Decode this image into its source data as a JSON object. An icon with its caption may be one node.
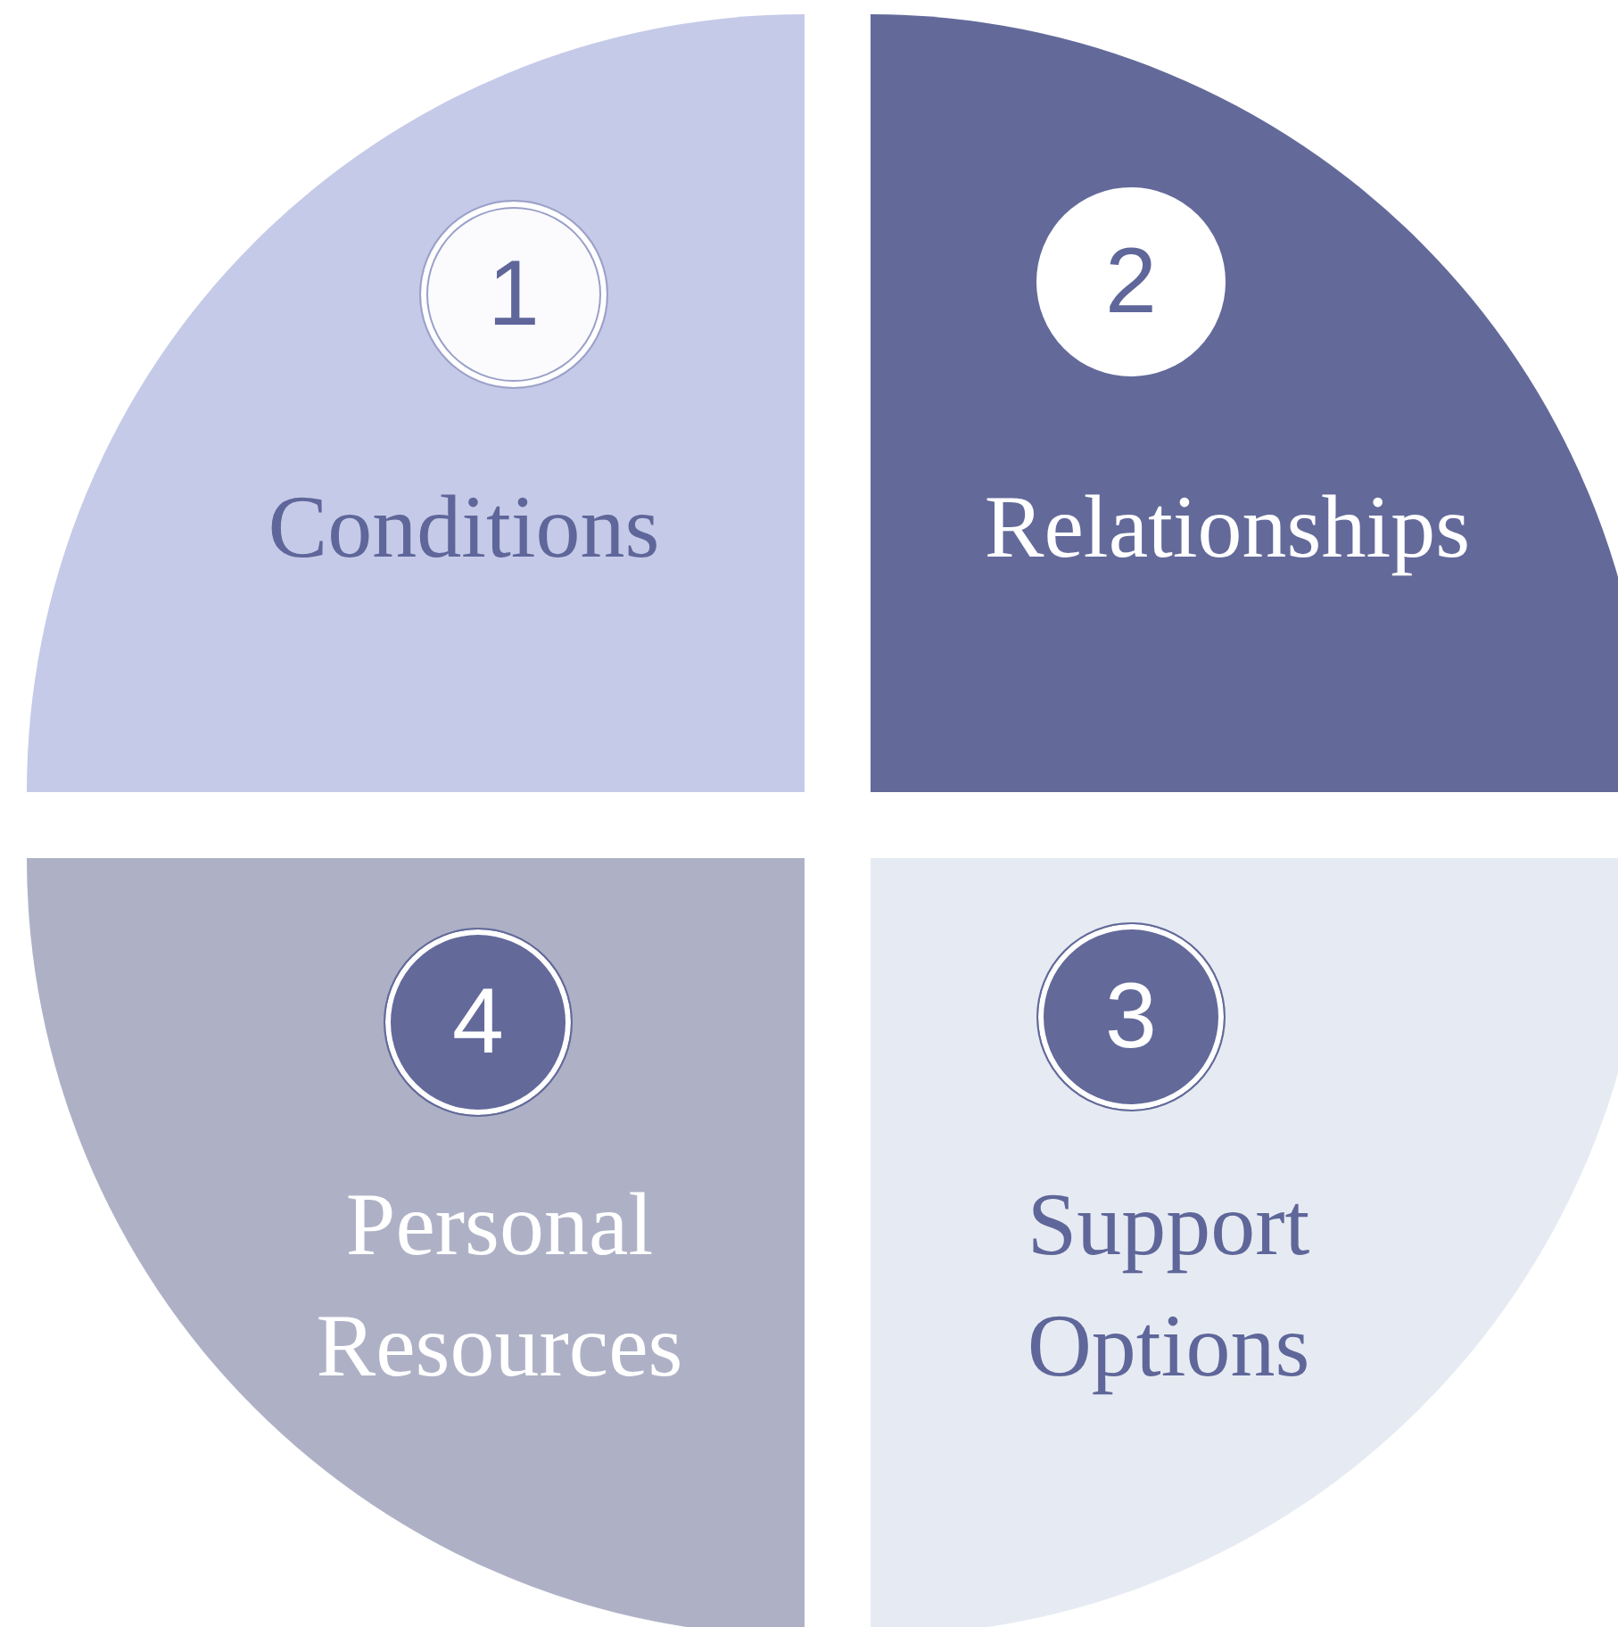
{
  "diagram": {
    "nodes": [
      {
        "text": [
          "Conditions"
        ]
      },
      {
        "text": [
          "1"
        ],
        "in": 0
      },
      {
        "text": [
          "Relationships"
        ]
      },
      {
        "text": [
          "2"
        ],
        "in": 2
      },
      {
        "text": [
          "Personal Resources"
        ]
      },
      {
        "text": [
          "4"
        ],
        "in": 4
      },
      {
        "text": [
          "Support Options"
        ]
      },
      {
        "text": [
          "3"
        ],
        "in": 6
      }
    ]
  }
}
